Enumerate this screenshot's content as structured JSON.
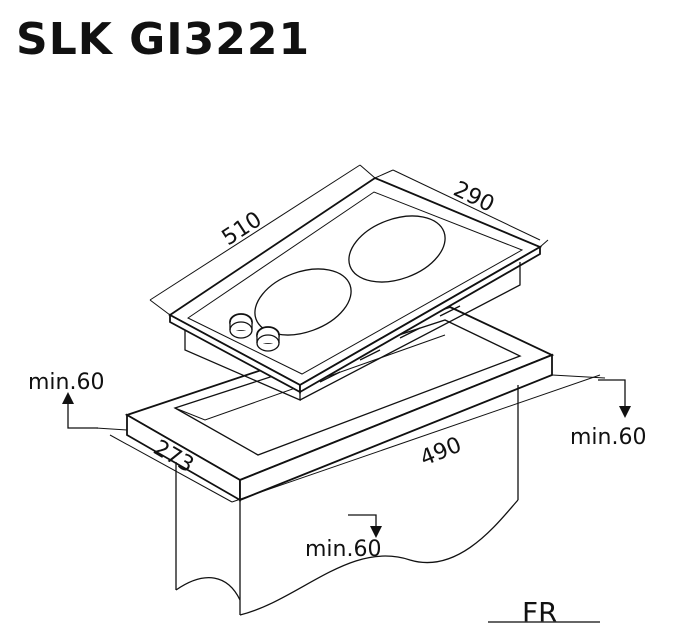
{
  "title": "SLK GI3221",
  "dimensions": {
    "hob_width": "510",
    "hob_depth": "290",
    "cutout_depth": "273",
    "cutout_width": "490",
    "clearance_left": "min.60",
    "clearance_right": "min.60",
    "clearance_bottom": "min.60"
  },
  "logo_text": "FR",
  "colors": {
    "line": "#111111",
    "background": "#ffffff"
  }
}
